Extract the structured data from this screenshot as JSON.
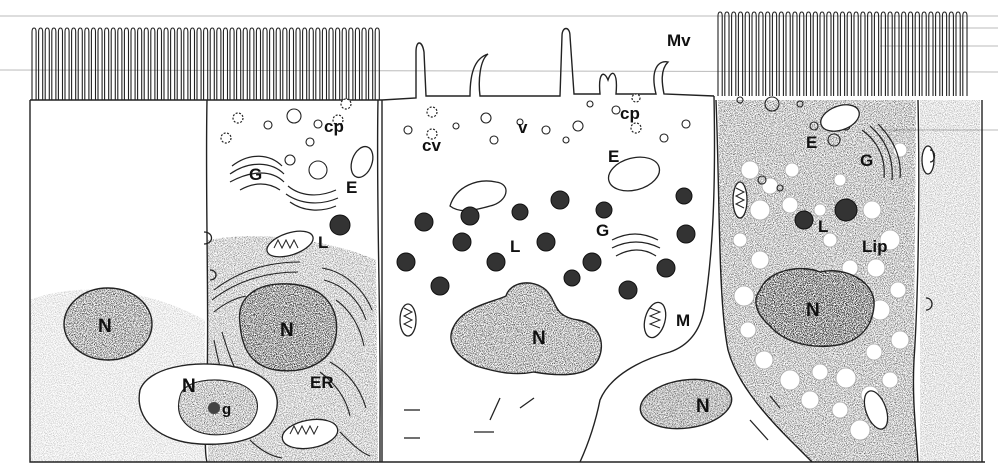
{
  "labels": {
    "mv": "Mv",
    "cp_left": "cp",
    "cv": "cv",
    "v": "v",
    "cp_mid": "cp",
    "e_left": "E",
    "g_left": "G",
    "l_left": "L",
    "n_far_left": "N",
    "n_left": "N",
    "n_basal": "N",
    "g_small": "g",
    "er": "ER",
    "e_mid": "E",
    "l_mid": "L",
    "g_mid": "G",
    "n_mid": "N",
    "m_mid": "M",
    "n_bottom": "N",
    "e_right": "E",
    "g_right": "G",
    "l_right": "L",
    "lip": "Lip",
    "n_right": "N"
  }
}
